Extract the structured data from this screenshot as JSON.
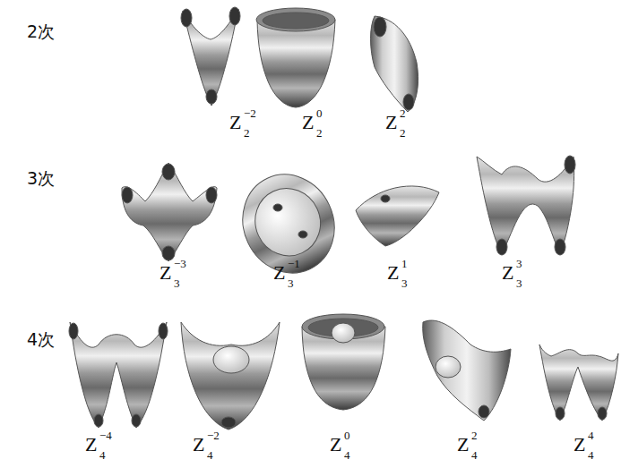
{
  "diagram": {
    "labels": [
      "2次",
      "Z",
      "−2",
      "2",
      "Z",
      "0",
      "2",
      "Z",
      "2",
      "2",
      "3次",
      "Z",
      "−3",
      "3",
      "Z",
      "−1",
      "3",
      "Z",
      "1",
      "3",
      "Z",
      "3",
      "3",
      "4次",
      "Z",
      "−4",
      "4",
      "Z",
      "−2",
      "4",
      "Z",
      "0",
      "4",
      "Z",
      "2",
      "4",
      "Z",
      "4",
      "4"
    ]
  }
}
